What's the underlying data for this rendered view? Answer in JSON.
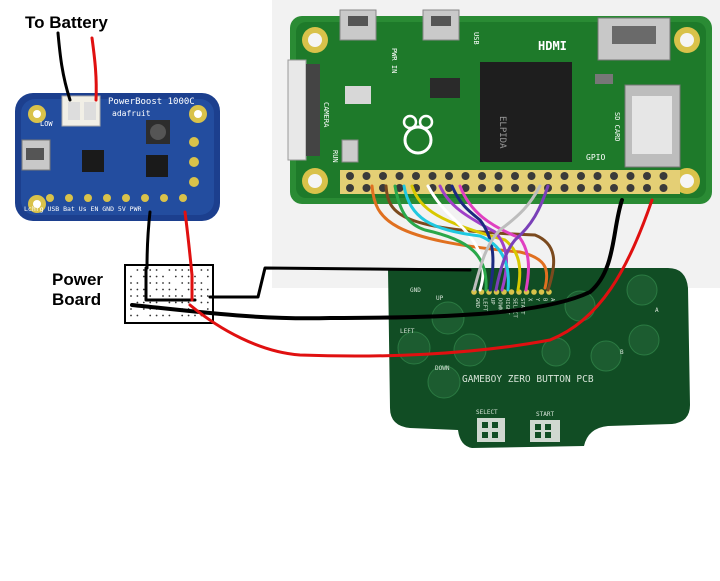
{
  "labels": {
    "to_battery": "To Battery",
    "power_line1": "Power",
    "power_line2": "Board"
  },
  "powerboost": {
    "name": "PowerBoost 1000C",
    "maker": "adafruit",
    "low_pin": "LOW",
    "bottom_pins": "Lchrg USB Bat Us EN GND 5V PWR"
  },
  "pi": {
    "hdmi": "HDMI",
    "pwr_in": "PWR IN",
    "usb": "USB",
    "camera": "CAMERA",
    "chip": "ELPIDA",
    "sd": "SD CARD",
    "gpio": "GPIO",
    "run": "RUN"
  },
  "button_pcb": {
    "title": "GAMEBOY ZERO BUTTON PCB",
    "gnd": "GND",
    "up": "UP",
    "left": "LEFT",
    "down": "DOWN",
    "select": "SELECT",
    "start": "START",
    "b": "B",
    "a": "A",
    "pin_labels": [
      "GND",
      "LEFT",
      "UP",
      "DOWN",
      "RIGHT",
      "SELECT",
      "START",
      "X",
      "Y",
      "B",
      "A"
    ]
  },
  "colors": {
    "red_wire": "#e01010",
    "black_wire": "#000000",
    "pi_green": "#1e7a2a",
    "powerboost_blue": "#1c3f8e",
    "button_pcb_green": "#114d24"
  }
}
